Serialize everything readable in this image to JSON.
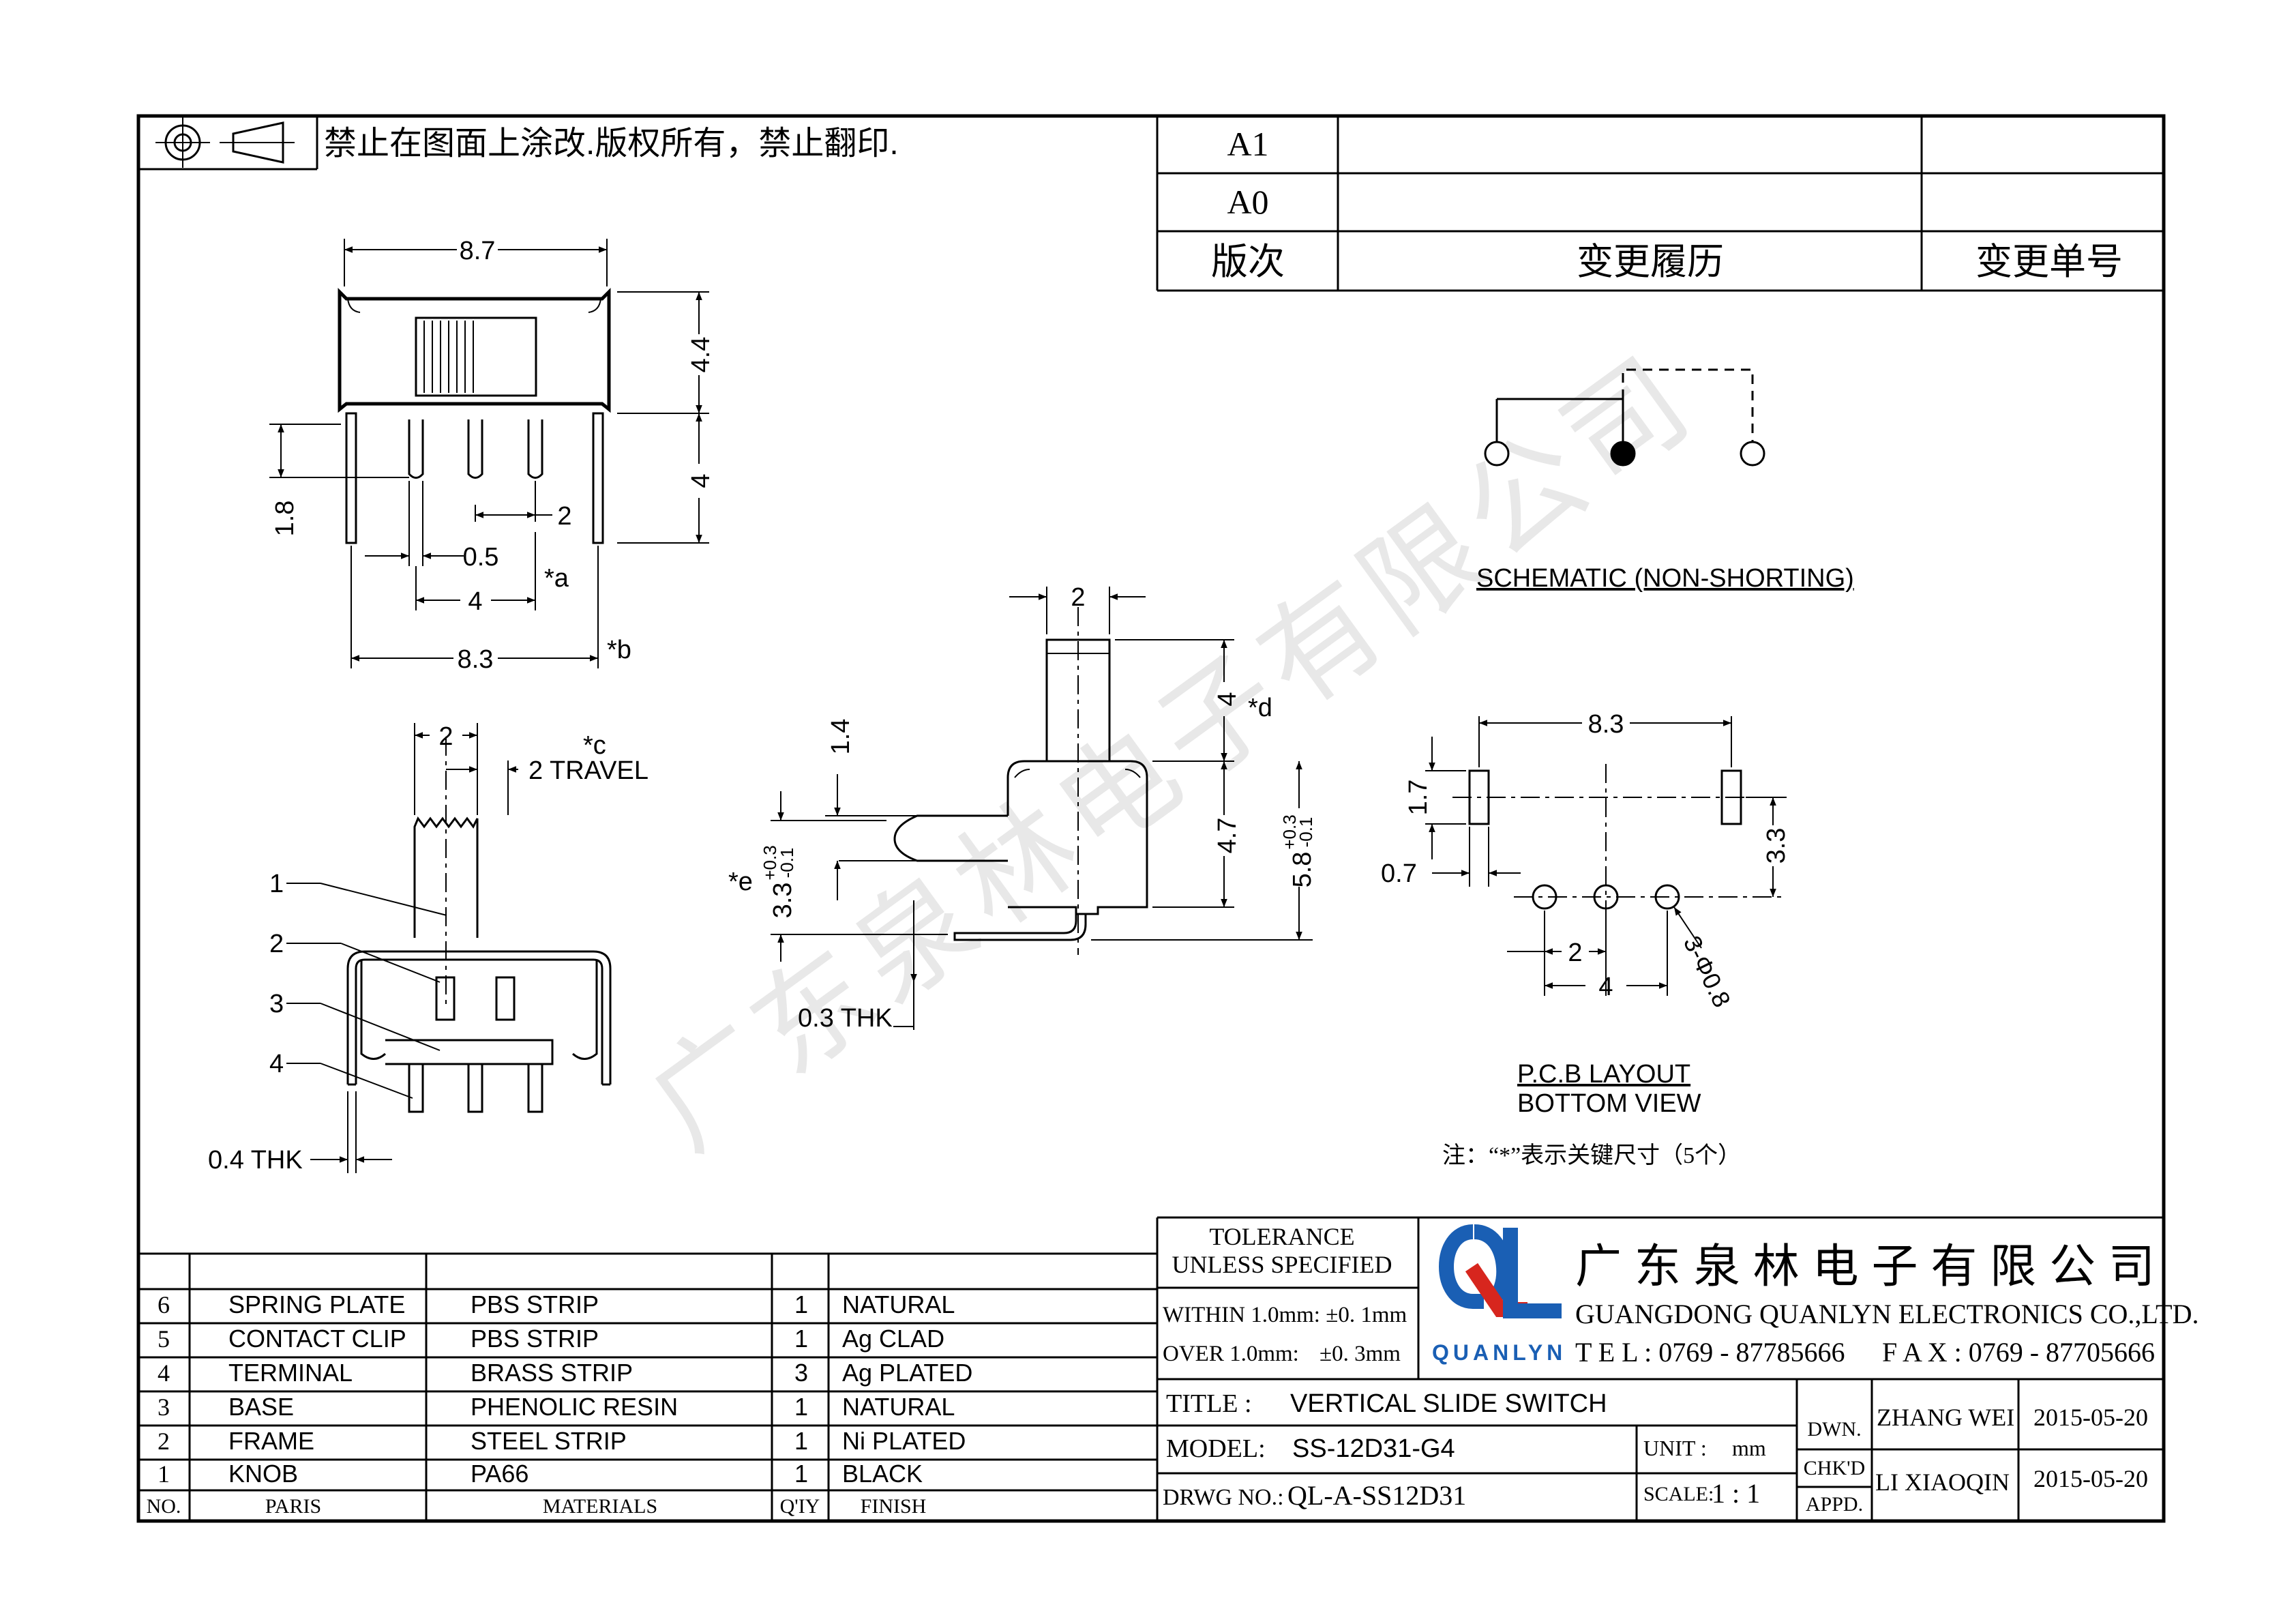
{
  "header": {
    "notice": "禁止在图面上涂改.版权所有，禁止翻印."
  },
  "revision": {
    "rows": [
      "A1",
      "A0"
    ],
    "col_version": "版次",
    "col_history": "变更履历",
    "col_number": "变更单号"
  },
  "top_view": {
    "dim_width": "8.7",
    "dim_height_upper": "4.4",
    "dim_height_lower": "4",
    "dim_pin_offset": "1.8",
    "dim_pitch": "2",
    "dim_pin_width": "0.5",
    "dim_pin_span": "4",
    "mark_a": "*a",
    "dim_leg_span": "8.3",
    "mark_b": "*b"
  },
  "section_view": {
    "dim_knob": "2",
    "mark_c": "*c",
    "dim_travel": "2 TRAVEL",
    "callouts": [
      "1",
      "2",
      "3",
      "4"
    ],
    "dim_plate": "0.4 THK"
  },
  "side_view": {
    "dim_knob": "2",
    "dim_knob_height": "4",
    "mark_d": "*d",
    "dim_offset": "1.4",
    "dim_body": "4.7",
    "dim_total": "5.8",
    "tol_total_plus": "+0.3",
    "tol_total_minus": "-0.1",
    "mark_e": "*e",
    "dim_pin_height": "3.3",
    "tol_pin_plus": "+0.3",
    "tol_pin_minus": "-0.1",
    "dim_terminal": "0.3 THK"
  },
  "schematic": {
    "caption": "SCHEMATIC (NON-SHORTING)"
  },
  "pcb_layout": {
    "dim_span": "8.3",
    "dim_slot": "1.7",
    "dim_row": "3.3",
    "dim_edge": "0.7",
    "dim_pitch": "2",
    "dim_holes_span": "4",
    "dim_hole": "3-Φ0.8",
    "caption_line1": "P.C.B LAYOUT",
    "caption_line2": "BOTTOM VIEW"
  },
  "note": "注：“*”表示关键尺寸（5个）",
  "watermark": "广东泉林电子有限公司",
  "bom": {
    "rows": [
      {
        "no": "6",
        "part": "SPRING PLATE",
        "material": "PBS STRIP",
        "qty": "1",
        "finish": "NATURAL"
      },
      {
        "no": "5",
        "part": "CONTACT CLIP",
        "material": "PBS STRIP",
        "qty": "1",
        "finish": "Ag CLAD"
      },
      {
        "no": "4",
        "part": "TERMINAL",
        "material": "BRASS STRIP",
        "qty": "3",
        "finish": "Ag PLATED"
      },
      {
        "no": "3",
        "part": "BASE",
        "material": "PHENOLIC RESIN",
        "qty": "1",
        "finish": "NATURAL"
      },
      {
        "no": "2",
        "part": "FRAME",
        "material": "STEEL STRIP",
        "qty": "1",
        "finish": "Ni PLATED"
      },
      {
        "no": "1",
        "part": "KNOB",
        "material": "PA66",
        "qty": "1",
        "finish": "BLACK"
      }
    ],
    "headers": {
      "no": "NO.",
      "part": "PARIS",
      "material": "MATERIALS",
      "qty": "Q'IY",
      "finish": "FINISH"
    }
  },
  "tolerance": {
    "title1": "TOLERANCE",
    "title2": "UNLESS SPECIFIED",
    "within": "WITHIN 1.0mm: ±0. 1mm",
    "over_label": "OVER 1.0mm:",
    "over_value": "±0. 3mm"
  },
  "company": {
    "logo_text": "QUANLYN",
    "name_cn": "广 东 泉 林 电 子 有 限 公 司",
    "name_en": "GUANGDONG QUANLYN ELECTRONICS CO.,LTD.",
    "tel": "T E L : 0769 - 87785666",
    "fax": "F A X : 0769 - 87705666",
    "brand_blue": "#1a5fb4",
    "brand_red": "#d7261e"
  },
  "title_block": {
    "title_label": "TITLE :",
    "title_value": "VERTICAL SLIDE SWITCH",
    "model_label": "MODEL:",
    "model_value": "SS-12D31-G4",
    "unit_label": "UNIT :",
    "unit_value": "mm",
    "drwg_label": "DRWG NO.:",
    "drwg_value": "QL-A-SS12D31",
    "scale_label": "SCALE:",
    "scale_value": "1 : 1",
    "dwn_label": "DWN.",
    "chkd_label": "CHK'D",
    "appd_label": "APPD.",
    "dwn_name": "ZHANG WEI",
    "dwn_date": "2015-05-20",
    "chk_name": "LI XIAOQIN",
    "chk_date": "2015-05-20"
  }
}
